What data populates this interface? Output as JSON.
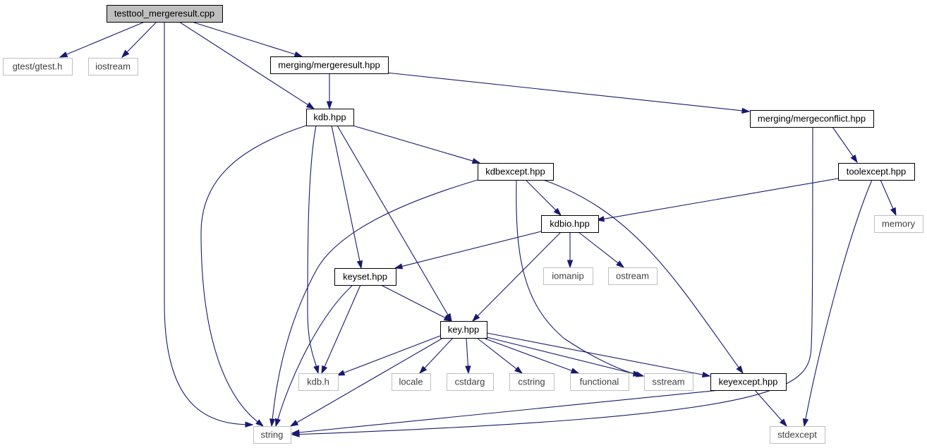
{
  "graph": {
    "nodes": [
      {
        "id": "root",
        "label": "testtool_mergeresult.cpp",
        "kind": "root"
      },
      {
        "id": "gtest",
        "label": "gtest/gtest.h",
        "kind": "external"
      },
      {
        "id": "iostream",
        "label": "iostream",
        "kind": "external"
      },
      {
        "id": "mergeresult",
        "label": "merging/mergeresult.hpp",
        "kind": "file"
      },
      {
        "id": "kdbhpp",
        "label": "kdb.hpp",
        "kind": "file"
      },
      {
        "id": "mergeconflict",
        "label": "merging/mergeconflict.hpp",
        "kind": "file"
      },
      {
        "id": "kdbexcept",
        "label": "kdbexcept.hpp",
        "kind": "file"
      },
      {
        "id": "toolexcept",
        "label": "toolexcept.hpp",
        "kind": "file"
      },
      {
        "id": "memory",
        "label": "memory",
        "kind": "external"
      },
      {
        "id": "kdbio",
        "label": "kdbio.hpp",
        "kind": "file"
      },
      {
        "id": "keyset",
        "label": "keyset.hpp",
        "kind": "file"
      },
      {
        "id": "iomanip",
        "label": "iomanip",
        "kind": "external"
      },
      {
        "id": "ostream",
        "label": "ostream",
        "kind": "external"
      },
      {
        "id": "key",
        "label": "key.hpp",
        "kind": "file"
      },
      {
        "id": "kdbh",
        "label": "kdb.h",
        "kind": "external"
      },
      {
        "id": "locale",
        "label": "locale",
        "kind": "external"
      },
      {
        "id": "cstdarg",
        "label": "cstdarg",
        "kind": "external"
      },
      {
        "id": "cstring",
        "label": "cstring",
        "kind": "external"
      },
      {
        "id": "functional",
        "label": "functional",
        "kind": "external"
      },
      {
        "id": "sstream",
        "label": "sstream",
        "kind": "external"
      },
      {
        "id": "keyexcept",
        "label": "keyexcept.hpp",
        "kind": "file"
      },
      {
        "id": "string",
        "label": "string",
        "kind": "external"
      },
      {
        "id": "stdexcept",
        "label": "stdexcept",
        "kind": "external"
      }
    ],
    "edges": [
      {
        "from": "root",
        "to": "gtest"
      },
      {
        "from": "root",
        "to": "iostream"
      },
      {
        "from": "root",
        "to": "mergeresult"
      },
      {
        "from": "root",
        "to": "kdbhpp"
      },
      {
        "from": "root",
        "to": "string"
      },
      {
        "from": "mergeresult",
        "to": "kdbhpp"
      },
      {
        "from": "mergeresult",
        "to": "mergeconflict"
      },
      {
        "from": "mergeconflict",
        "to": "toolexcept"
      },
      {
        "from": "mergeconflict",
        "to": "stdexcept"
      },
      {
        "from": "kdbhpp",
        "to": "kdbexcept"
      },
      {
        "from": "kdbhpp",
        "to": "string"
      },
      {
        "from": "kdbhpp",
        "to": "kdbh"
      },
      {
        "from": "kdbhpp",
        "to": "keyset"
      },
      {
        "from": "kdbhpp",
        "to": "key"
      },
      {
        "from": "kdbexcept",
        "to": "string"
      },
      {
        "from": "kdbexcept",
        "to": "kdbio"
      },
      {
        "from": "kdbexcept",
        "to": "sstream"
      },
      {
        "from": "kdbexcept",
        "to": "keyexcept"
      },
      {
        "from": "toolexcept",
        "to": "kdbio"
      },
      {
        "from": "toolexcept",
        "to": "memory"
      },
      {
        "from": "toolexcept",
        "to": "stdexcept"
      },
      {
        "from": "kdbio",
        "to": "keyset"
      },
      {
        "from": "kdbio",
        "to": "iomanip"
      },
      {
        "from": "kdbio",
        "to": "ostream"
      },
      {
        "from": "kdbio",
        "to": "key"
      },
      {
        "from": "keyset",
        "to": "key"
      },
      {
        "from": "keyset",
        "to": "kdbh"
      },
      {
        "from": "keyset",
        "to": "string"
      },
      {
        "from": "key",
        "to": "kdbh"
      },
      {
        "from": "key",
        "to": "string"
      },
      {
        "from": "key",
        "to": "locale"
      },
      {
        "from": "key",
        "to": "cstdarg"
      },
      {
        "from": "key",
        "to": "cstring"
      },
      {
        "from": "key",
        "to": "functional"
      },
      {
        "from": "key",
        "to": "sstream"
      },
      {
        "from": "key",
        "to": "keyexcept"
      },
      {
        "from": "keyexcept",
        "to": "string"
      },
      {
        "from": "keyexcept",
        "to": "stdexcept"
      }
    ]
  }
}
